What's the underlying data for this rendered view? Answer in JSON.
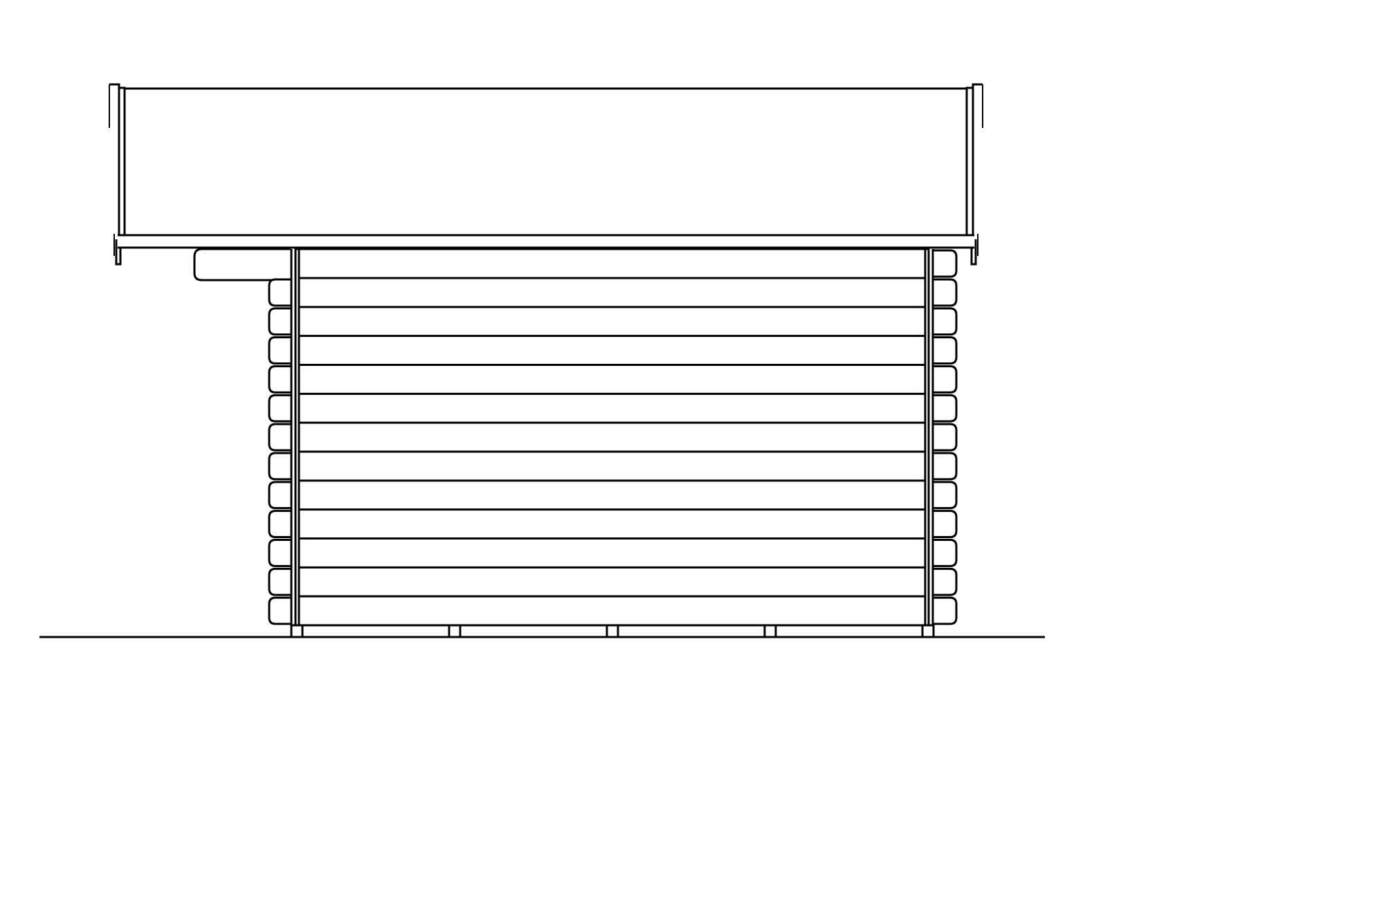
{
  "drawing": {
    "stroke_color": "#000000",
    "background_color": "#ffffff",
    "view": "side elevation",
    "wall_log_courses": 13,
    "foundation_blocks": 5
  }
}
